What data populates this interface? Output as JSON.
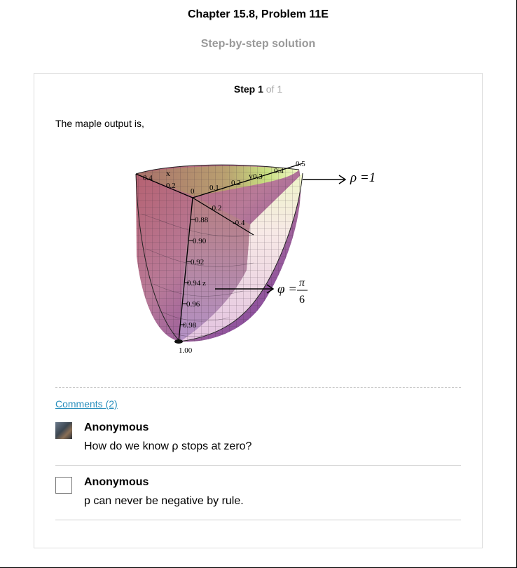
{
  "header": {
    "title": "Chapter 15.8, Problem 11E",
    "subtitle": "Step-by-step solution"
  },
  "step": {
    "label": "Step 1",
    "of": "of 1",
    "intro": "The maple output is,",
    "figure": {
      "axis_labels": {
        "x": "x",
        "y": "y",
        "z": "z"
      },
      "x_ticks": [
        "0.4",
        "0.2",
        "0"
      ],
      "y_ticks": [
        "0.1",
        "0.2",
        "0.3",
        "0.4",
        "0.5"
      ],
      "neg_ticks": [
        "-0.2",
        "-0.4"
      ],
      "z_ticks": [
        "0.88",
        "0.90",
        "0.92",
        "0.94",
        "0.96",
        "0.98",
        "1.00"
      ],
      "annotations": {
        "rho": "ρ =1",
        "phi": "φ =",
        "phi_num": "π",
        "phi_den": "6"
      },
      "colors": {
        "outer": "#b87a98",
        "inner_light": "#eef7c8",
        "inner_pink": "#f3d7e6"
      }
    }
  },
  "comments": {
    "link_text": "Comments (2)",
    "items": [
      {
        "author": "Anonymous",
        "text": "How do we know ρ stops at zero?"
      },
      {
        "author": "Anonymous",
        "text": "p can never be negative by rule."
      }
    ]
  }
}
